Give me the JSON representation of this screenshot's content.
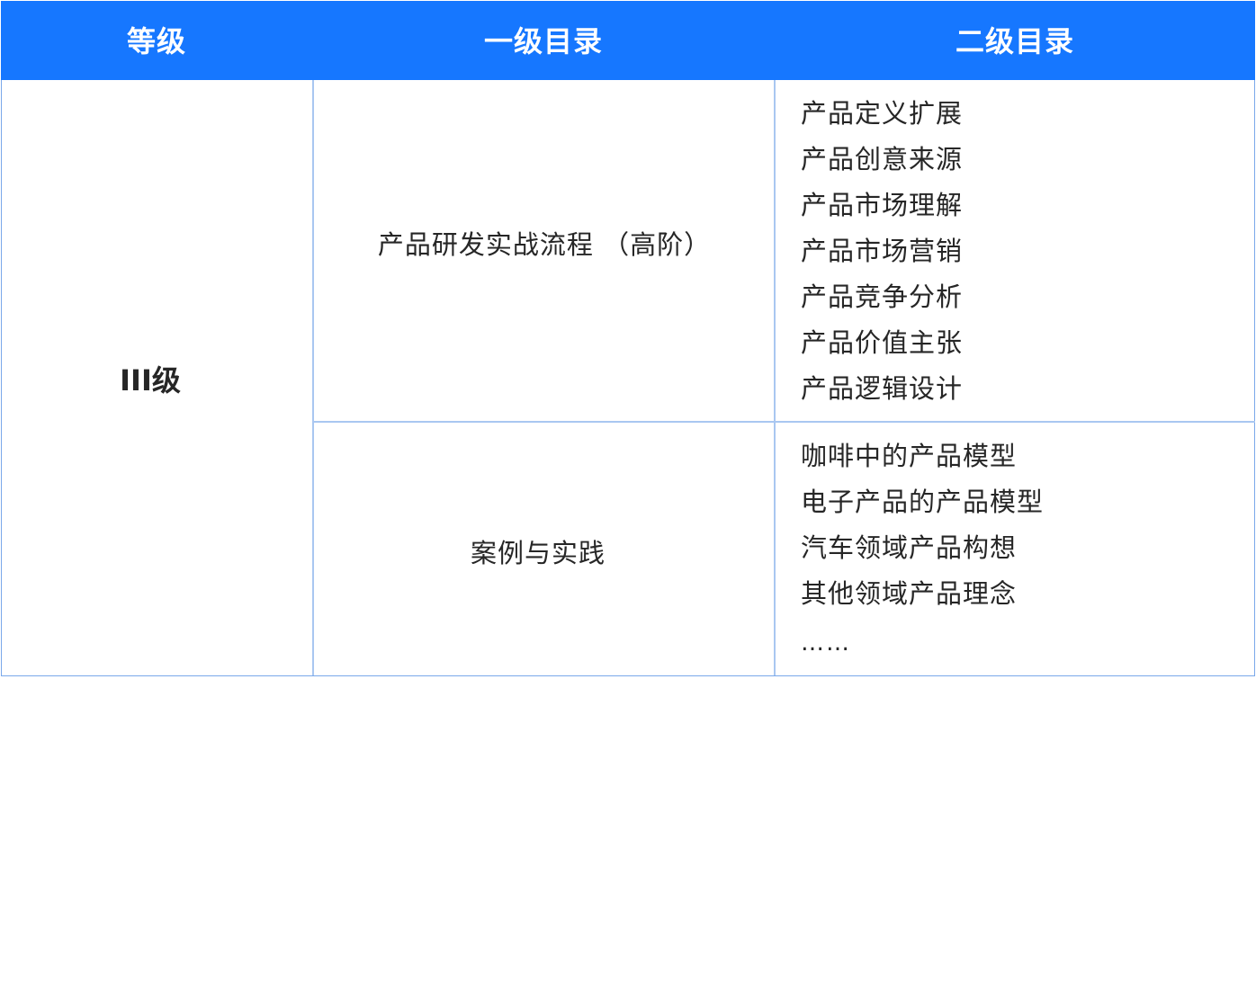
{
  "header": {
    "col_level": "等级",
    "col_primary": "一级目录",
    "col_secondary": "二级目录"
  },
  "level": "III级",
  "sections": [
    {
      "primary": "产品研发实战流程 （高阶）",
      "secondary": [
        "产品定义扩展",
        "产品创意来源",
        "产品市场理解",
        "产品市场营销",
        "产品竞争分析",
        "产品价值主张",
        "产品逻辑设计"
      ]
    },
    {
      "primary": "案例与实践",
      "secondary": [
        "咖啡中的产品模型",
        "电子产品的产品模型",
        "汽车领域产品构想",
        "其他领域产品理念"
      ],
      "more": "……"
    }
  ],
  "colors": {
    "header_bg": "#1677ff",
    "border": "#a9c7f1",
    "text": "#262626"
  }
}
